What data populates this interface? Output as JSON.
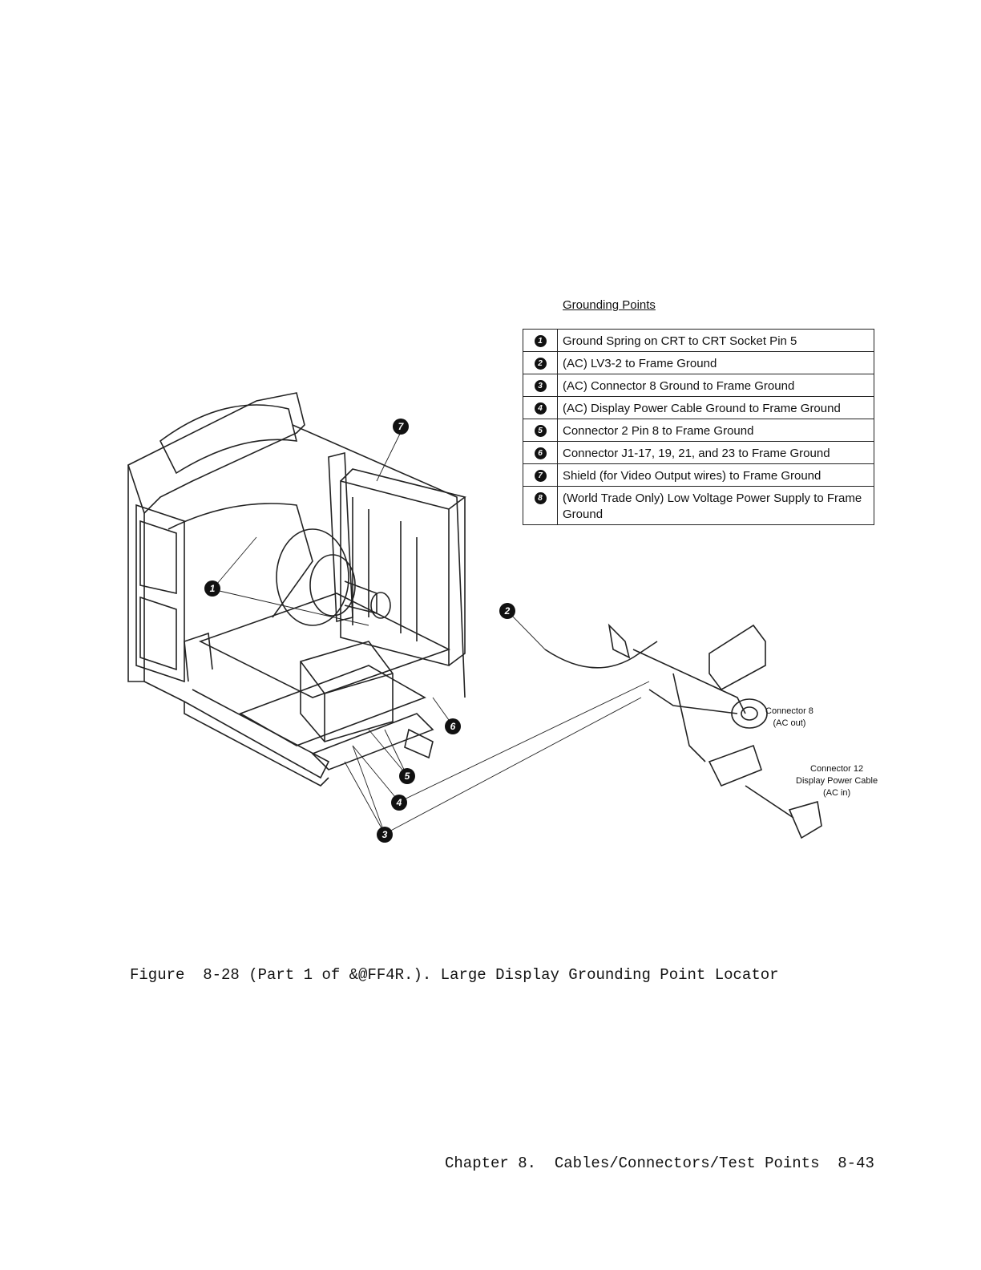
{
  "legend": {
    "title": "Grounding Points",
    "rows": [
      {
        "num": "1",
        "text": "Ground Spring on CRT to CRT Socket Pin 5"
      },
      {
        "num": "2",
        "text": "(AC) LV3-2 to Frame Ground"
      },
      {
        "num": "3",
        "text": "(AC) Connector 8 Ground to Frame Ground"
      },
      {
        "num": "4",
        "text": "(AC) Display Power Cable Ground to Frame Ground"
      },
      {
        "num": "5",
        "text": "Connector 2 Pin 8 to Frame Ground"
      },
      {
        "num": "6",
        "text": "Connector J1-17, 19, 21, and 23 to Frame Ground"
      },
      {
        "num": "7",
        "text": "Shield (for Video Output wires) to Frame Ground"
      },
      {
        "num": "8",
        "text": "(World Trade Only) Low Voltage Power Supply to Frame Ground"
      }
    ]
  },
  "diagram": {
    "connector8": {
      "line1": "Connector 8",
      "line2": "(AC out)"
    },
    "connector12": {
      "line1": "Connector 12",
      "line2": "Display Power Cable",
      "line3": "(AC in)"
    },
    "callouts": [
      "7",
      "1",
      "2",
      "6",
      "5",
      "4",
      "3"
    ]
  },
  "caption": "Figure  8-28 (Part 1 of &@FF4R.). Large Display Grounding Point Locator",
  "footer": "Chapter 8.  Cables/Connectors/Test Points  8-43"
}
